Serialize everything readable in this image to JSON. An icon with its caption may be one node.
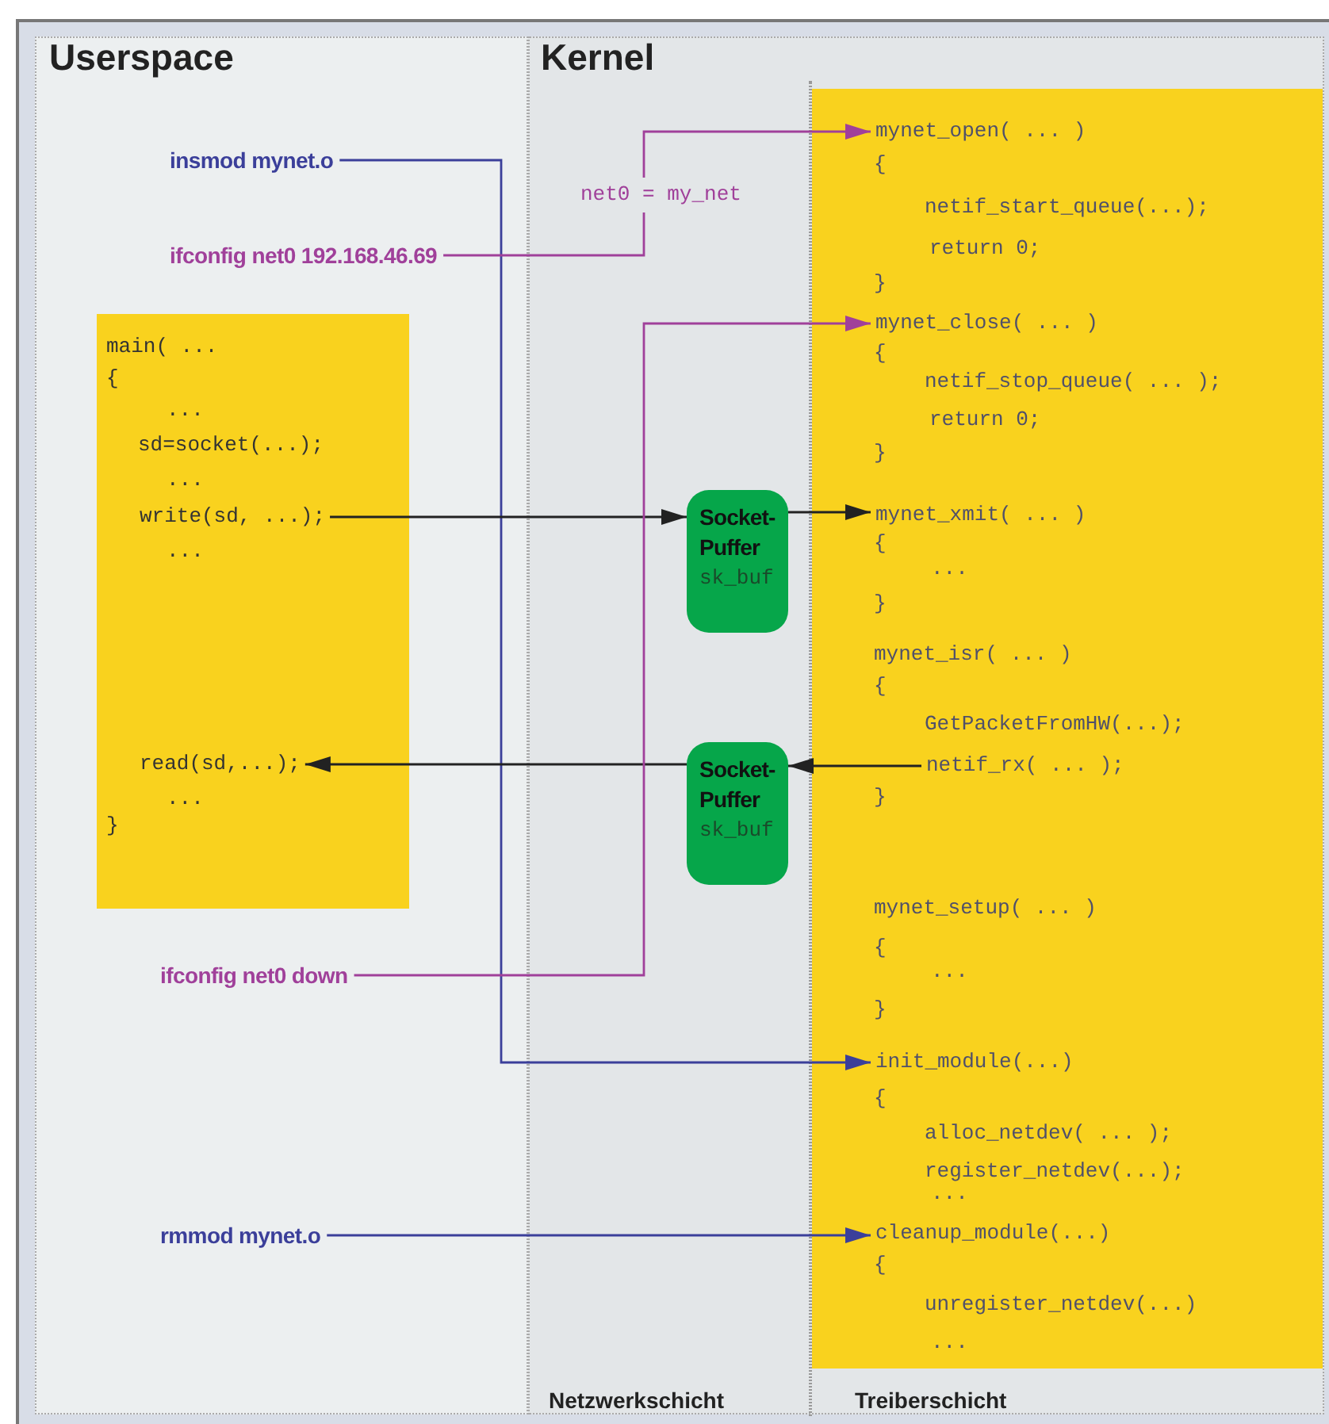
{
  "diagram": {
    "nodes": [
      {
        "text": [
          "Userspace"
        ]
      },
      {
        "text": [
          "Kernel"
        ]
      },
      {
        "text": [
          "insmod mynet.o"
        ],
        "in": 0
      },
      {
        "text": [
          "ifconfig net0 192.168.46.69"
        ],
        "in": 0
      },
      {
        "text": [
          "main( ...",
          "{",
          "...",
          "sd=socket(...);",
          "...",
          "...",
          "...",
          "}"
        ],
        "in": 0
      },
      {
        "text": [
          "write(sd, ...);"
        ],
        "in": 4
      },
      {
        "text": [
          "read(sd,...);"
        ],
        "in": 4
      },
      {
        "text": [
          "ifconfig net0 down"
        ],
        "in": 0
      },
      {
        "text": [
          "rmmod mynet.o"
        ],
        "in": 0
      },
      {
        "text": [
          "Netzwerkschicht"
        ],
        "in": 1
      },
      {
        "text": [
          "net0 = my_net"
        ],
        "in": 9
      },
      {
        "text": [
          "Socket-Puffer",
          "sk_buf"
        ],
        "in": 9
      },
      {
        "text": [
          "Socket-Puffer",
          "sk_buf"
        ],
        "in": 9
      },
      {
        "text": [
          "Treiberschicht"
        ],
        "in": 1
      },
      {
        "text": [
          "{",
          "netif_start_queue(...);",
          "return 0;",
          "}",
          "{",
          "netif_stop_queue( ... );",
          "return 0;",
          "}",
          "{",
          "...",
          "}",
          "mynet_isr( ... )",
          "{",
          "GetPacketFromHW(...);",
          "}",
          "mynet_setup( ... )",
          "{",
          "...",
          "}",
          "{",
          "alloc_netdev( ... );",
          "register_netdev(...);",
          "...",
          "{",
          "unregister_netdev(...)",
          "..."
        ],
        "in": 13
      },
      {
        "text": [
          "mynet_open( ... )"
        ],
        "in": 14
      },
      {
        "text": [
          "mynet_close( ... )"
        ],
        "in": 14
      },
      {
        "text": [
          "mynet_xmit( ... )"
        ],
        "in": 14
      },
      {
        "text": [
          "netif_rx( ... );"
        ],
        "in": 14
      },
      {
        "text": [
          "init_module(...)"
        ],
        "in": 14
      },
      {
        "text": [
          "cleanup_module(...)"
        ],
        "in": 14
      }
    ],
    "edges": [
      {
        "from": 2,
        "to": 19,
        "arrow": "to",
        "color": "#3b3f9a"
      },
      {
        "from": 3,
        "to": 10,
        "arrow": "none",
        "color": "#a0409a"
      },
      {
        "from": 10,
        "to": 15,
        "arrow": "to",
        "color": "#a0409a"
      },
      {
        "from": 5,
        "to": 11,
        "arrow": "to"
      },
      {
        "from": 11,
        "to": 17,
        "arrow": "to"
      },
      {
        "from": 18,
        "to": 12,
        "arrow": "to"
      },
      {
        "from": 12,
        "to": 6,
        "arrow": "to"
      },
      {
        "from": 7,
        "to": 16,
        "arrow": "to",
        "color": "#a0409a"
      },
      {
        "from": 8,
        "to": 20,
        "arrow": "to",
        "color": "#3b3f9a"
      }
    ]
  }
}
